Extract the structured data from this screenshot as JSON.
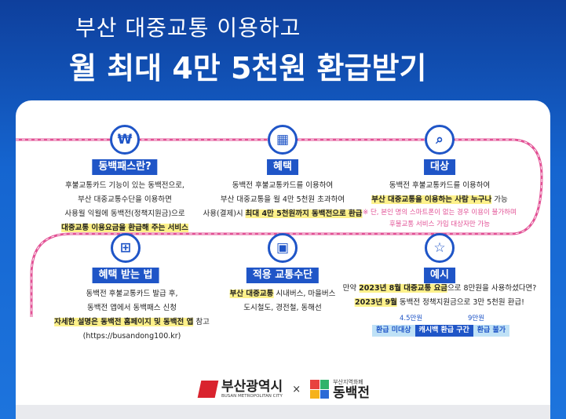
{
  "header": {
    "line1": "부산 대중교통 이용하고",
    "line2": "월 최대 4만 5천원 환급받기"
  },
  "sections": {
    "what": {
      "title": "동백패스란?",
      "icon": "won-coin-icon",
      "l1": "후불교통카드 기능이 있는 동백전으로,",
      "l2": "부산 대중교통수단을 이용하면",
      "l3": "사용월 익월에 동백전(정책지원금)으로",
      "l4": "대중교통 이용요금을 환급해 주는 서비스"
    },
    "benefit": {
      "title": "혜택",
      "icon": "gift-box-icon",
      "l1": "동백전 후불교통카드를 이용하여",
      "l2": "부산 대중교통을 월 4만 5천원 초과하여",
      "l3a": "사용(결제)시 ",
      "l3b": "최대 4만 5천원까지 동백전으로 환급"
    },
    "target": {
      "title": "대상",
      "icon": "magnifier-icon",
      "l1": "동백전 후불교통카드를 이용하여",
      "l2a": "부산 대중교통을 이용하는 사람 누구나",
      "l2b": " 가능",
      "n1": "※ 단, 본인 명의 스마트폰이 없는 경우 이용이 불가하며",
      "n2": "후불교통 서비스 가입 대상자만 가능"
    },
    "how": {
      "title": "혜택 받는 법",
      "icon": "gift-icon",
      "l1": "동백전 후불교통카드 발급 후,",
      "l2": "동백전 앱에서 동백패스 신청",
      "l3a": "자세한 설명은 동백전 홈페이지 및 동백전 앱",
      "l3b": " 참고",
      "l4": "(https://busandong100.kr)"
    },
    "transport": {
      "title": "적용 교통수단",
      "icon": "bus-icon",
      "l1a": "부산 대중교통",
      "l1b": " 시내버스, 마을버스",
      "l2": "도시철도, 경전철, 동해선"
    },
    "example": {
      "title": "예시",
      "icon": "star-icon",
      "l1a": "만약 ",
      "l1b": "2023년 8월 대중교통 요금",
      "l1c": "으로 8만원을 사용하셨다면?",
      "l2a": "2023년 9월",
      "l2b": " 동백전 정책지원금으로 3만 5천원 환급!",
      "tick1": "4.5만원",
      "tick2": "9만원",
      "bar1": "환급 미대상",
      "bar2": "캐시백 환급 구간",
      "bar3": "환급 불가"
    }
  },
  "footer": {
    "logo1": "부산광역시",
    "logo1_sub": "BUSAN METROPOLITAN CITY",
    "times": "×",
    "logo2_top": "부산지역화폐",
    "logo2": "동백전"
  },
  "colors": {
    "primary": "#1f55c7",
    "track": "#e25195",
    "highlight": "#fdf18a"
  }
}
